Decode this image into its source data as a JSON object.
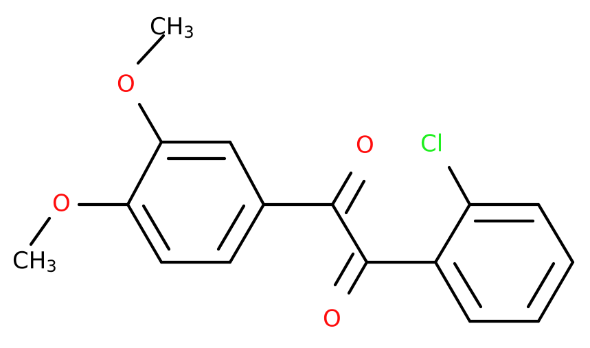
{
  "molecule": {
    "colors": {
      "bond": "#000000",
      "oxygen": "#ff0d0d",
      "chlorine": "#1fef1f",
      "carbon": "#000000"
    },
    "atoms": {
      "ch3_top": {
        "main": "CH",
        "sub": "3"
      },
      "o_top": "O",
      "o_left": "O",
      "ch3_left": {
        "main": "CH",
        "sub": "3"
      },
      "o_ketone_top": "O",
      "o_ketone_bottom": "O",
      "cl": "Cl"
    }
  }
}
